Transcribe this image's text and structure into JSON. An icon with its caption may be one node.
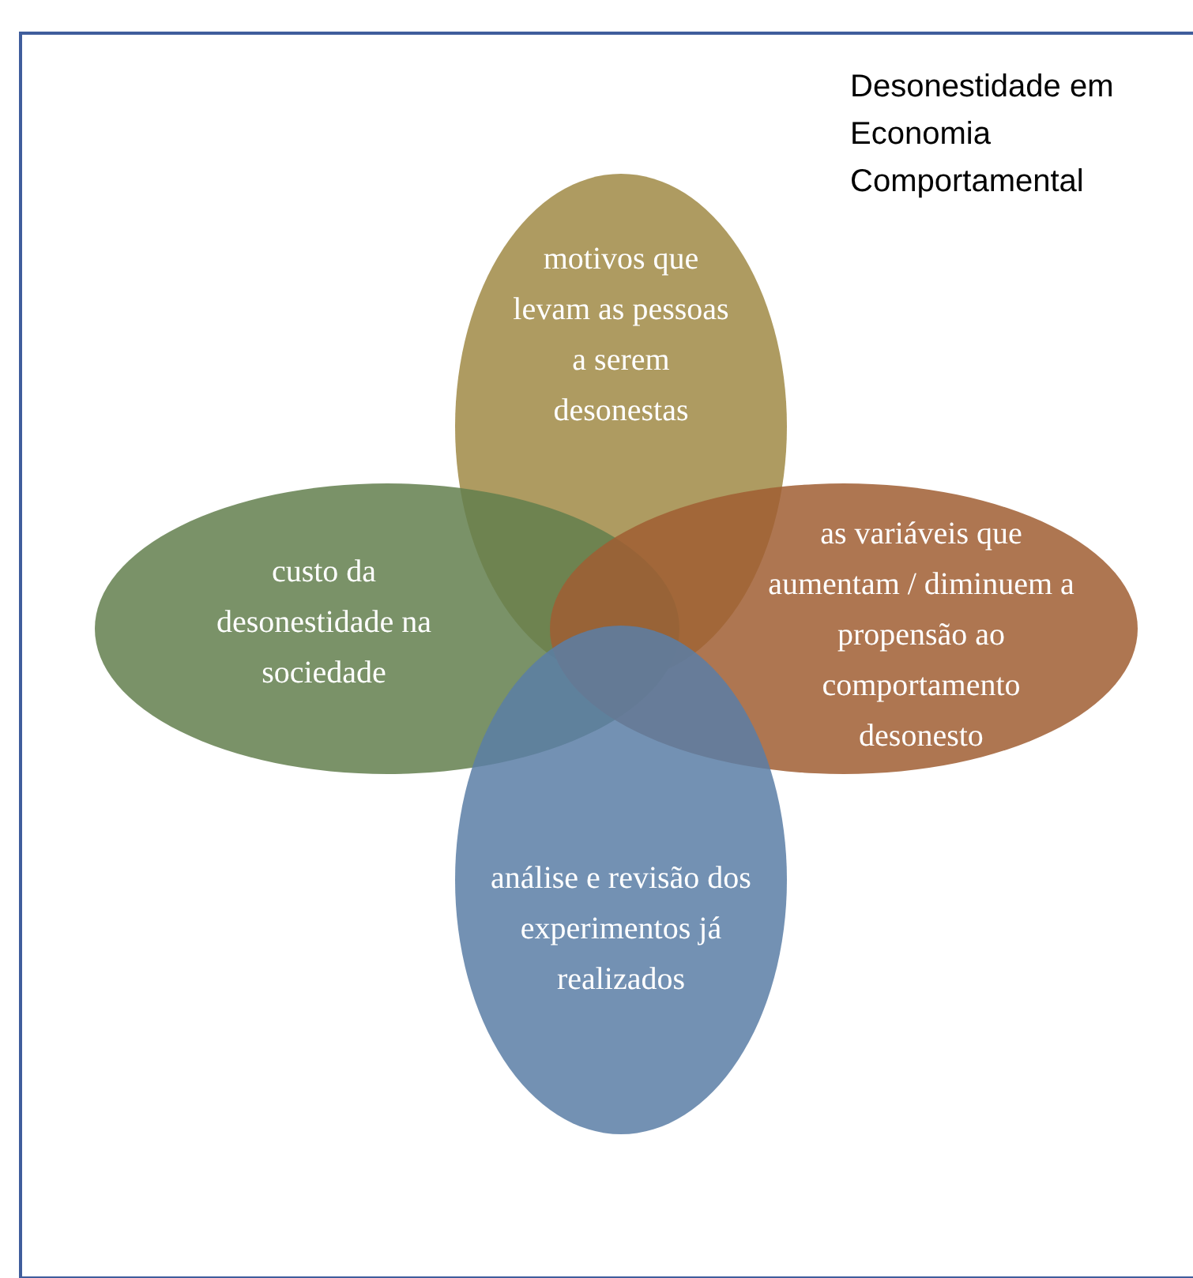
{
  "diagram": {
    "title": "Desonestidade em Economia Comportamental",
    "nodes": [
      {
        "text": [
          "motivos que levam as pessoas a serem desonestas"
        ]
      },
      {
        "text": [
          "custo da desonestidade na sociedade"
        ]
      },
      {
        "text": [
          "as variáveis que aumentam / diminuem a propensão ao comportamento desonesto"
        ]
      },
      {
        "text": [
          "análise e revisão dos experimentos já realizados"
        ]
      }
    ]
  }
}
